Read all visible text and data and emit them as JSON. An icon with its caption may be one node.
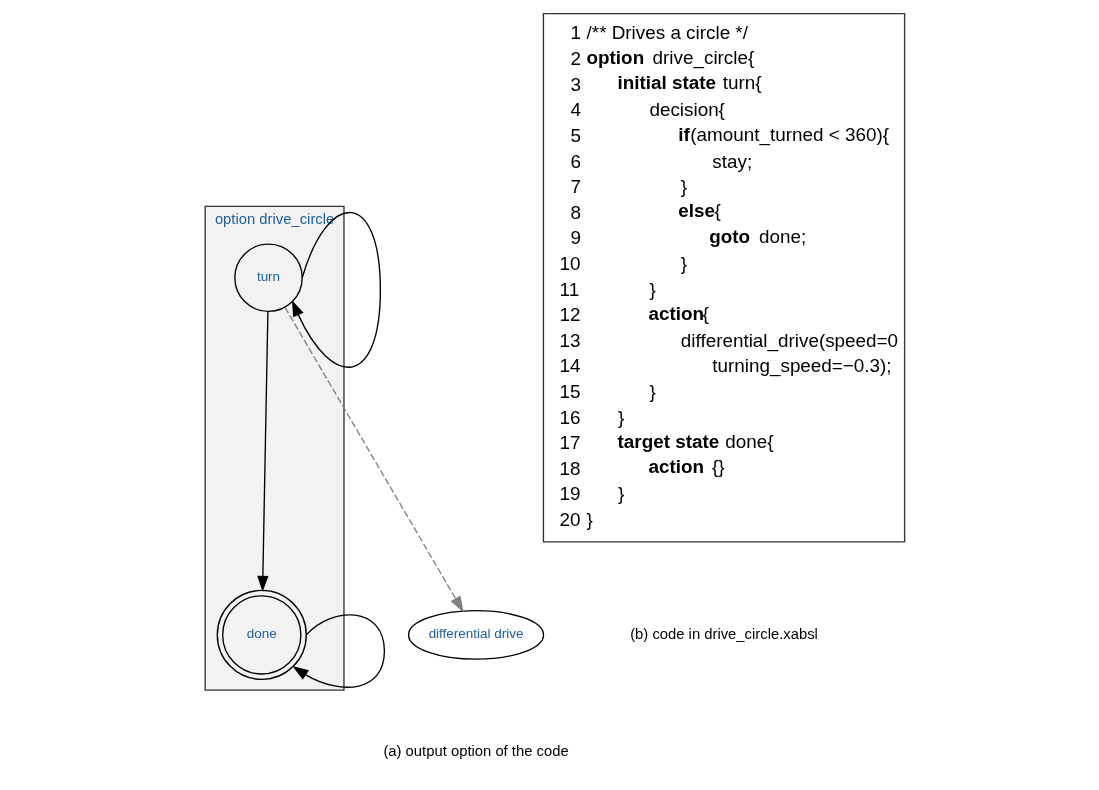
{
  "diagram": {
    "nodes": [
      {
        "text": [
          "option drive_circle"
        ]
      },
      {
        "text": [
          "turn"
        ],
        "in": 0
      },
      {
        "text": [
          "done"
        ],
        "in": 0
      },
      {
        "text": [
          "differential drive"
        ]
      }
    ],
    "edges": [
      {
        "from": 1,
        "to": 1,
        "arrow": "to"
      },
      {
        "from": 1,
        "to": 2,
        "arrow": "to"
      },
      {
        "from": 2,
        "to": 2,
        "arrow": "to"
      },
      {
        "from": 1,
        "to": 3,
        "arrow": "to",
        "style": "dashed",
        "color": "#808080"
      }
    ],
    "labels": [
      "(a) output option of the code",
      "1",
      "/** Drives a circle */",
      "2",
      "**option** drive_circle{",
      "3",
      "**initial state** turn{",
      "4",
      "decision{",
      "5",
      "**if**(amount_turned < 360){",
      "6",
      "stay;",
      "7",
      "}",
      "8",
      "**else**{",
      "9",
      "**goto** done;",
      "10",
      "}",
      "11",
      "}",
      "12",
      "**action**{",
      "13",
      "differential_drive(speed=0",
      "14",
      "turning_speed=−0.3);",
      "15",
      "}",
      "16",
      "}",
      "17",
      "**target state** done{",
      "18",
      "**action** {}",
      "19",
      "}",
      "20",
      "}",
      "(b) code in drive_circle.xabsl"
    ]
  }
}
